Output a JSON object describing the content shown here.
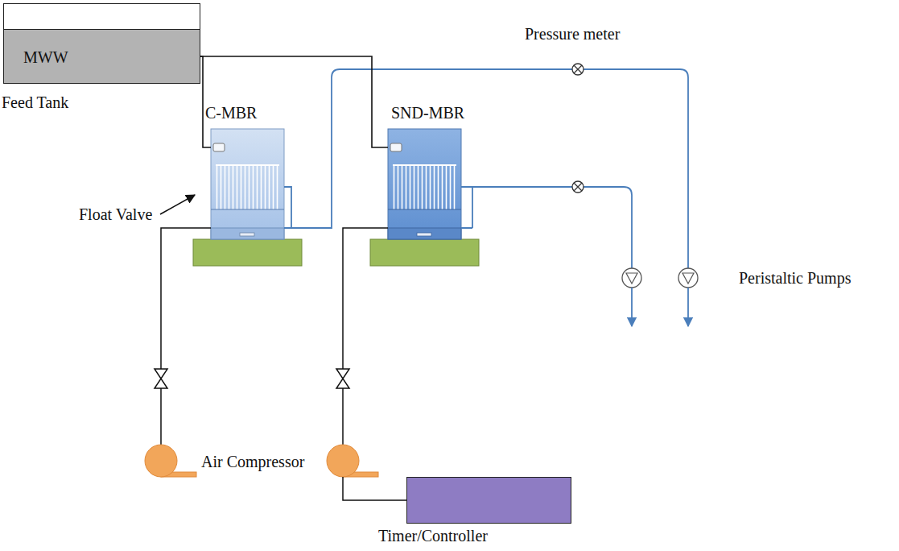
{
  "diagram": {
    "nodes": [
      {
        "text": [
          "MWW",
          "Feed Tank"
        ]
      },
      {
        "text": [
          "C-MBR"
        ]
      },
      {
        "text": [
          "SND-MBR"
        ]
      },
      {
        "text": [
          "Timer/Controller"
        ]
      }
    ],
    "edges": [
      {
        "from": 0,
        "to": 1,
        "arrow": "none"
      },
      {
        "from": 0,
        "to": 2,
        "arrow": "none"
      }
    ],
    "labels": [
      "Pressure meter",
      "Float Valve",
      "Peristaltic Pumps",
      "Air Compressor"
    ]
  }
}
